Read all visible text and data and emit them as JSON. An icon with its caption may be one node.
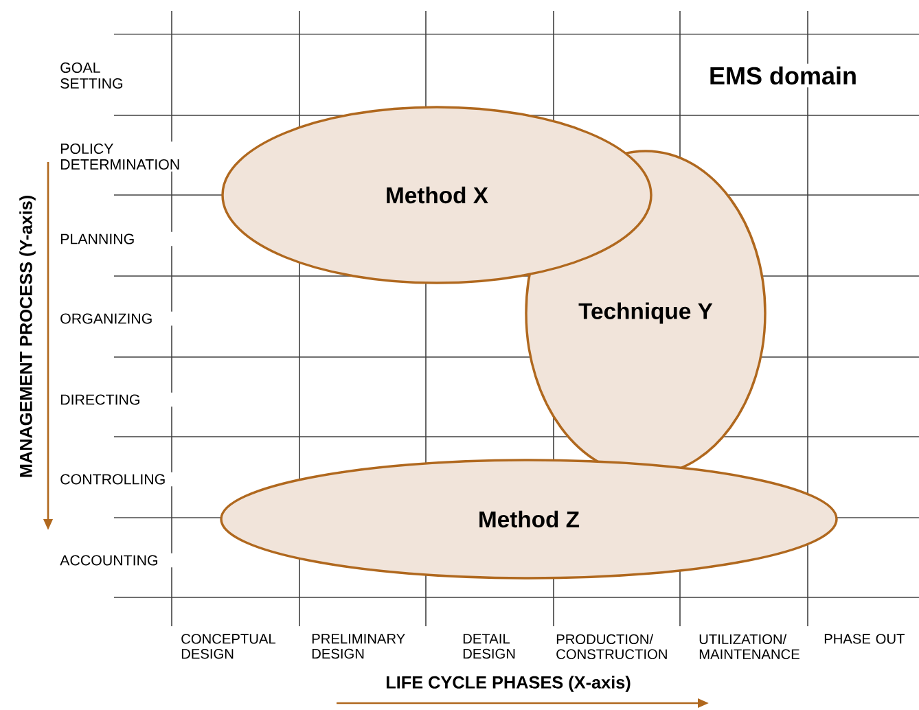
{
  "diagram": {
    "nodes": [
      {
        "text": [
          "Method X"
        ]
      },
      {
        "text": [
          "Technique Y"
        ]
      },
      {
        "text": [
          "Method Z"
        ]
      }
    ],
    "labels": [
      "GOAL SETTING",
      "EMS domain",
      "POLICY DETERMINATION",
      "MANAGEMENT PROCESS (Y-axis)",
      "PLANNING",
      "ORGANIZING",
      "DIRECTING",
      "CONTROLLING",
      "ACCOUNTING",
      "CONCEPTUAL DESIGN",
      "PRELIMINARY DESIGN",
      "DETAIL DESIGN",
      "PRODUCTION/ CONSTRUCTION",
      "UTILIZATION/ MAINTENANCE",
      "PHASE OUT",
      "LIFE CYCLE PHASES (X-axis)"
    ]
  }
}
